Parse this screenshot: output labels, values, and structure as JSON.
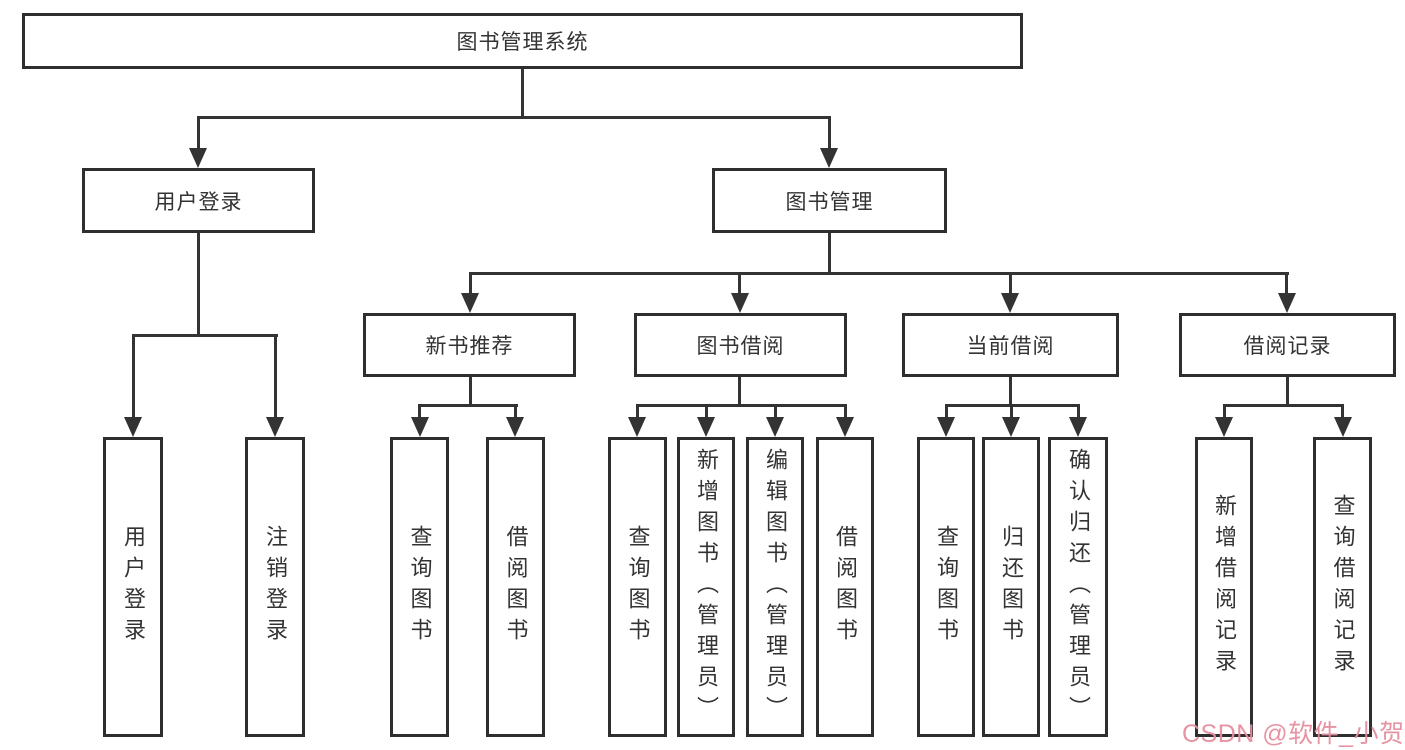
{
  "tree": {
    "root": {
      "label": "图书管理系统"
    },
    "children": [
      {
        "label": "用户登录",
        "children": [
          {
            "label": "用户登录"
          },
          {
            "label": "注销登录"
          }
        ]
      },
      {
        "label": "图书管理",
        "children": [
          {
            "label": "新书推荐",
            "children": [
              {
                "label": "查询图书"
              },
              {
                "label": "借阅图书"
              }
            ]
          },
          {
            "label": "图书借阅",
            "children": [
              {
                "label": "查询图书"
              },
              {
                "label": "新增图书（管理员）"
              },
              {
                "label": "编辑图书（管理员）"
              },
              {
                "label": "借阅图书"
              }
            ]
          },
          {
            "label": "当前借阅",
            "children": [
              {
                "label": "查询图书"
              },
              {
                "label": "归还图书"
              },
              {
                "label": "确认归还（管理员）"
              }
            ]
          },
          {
            "label": "借阅记录",
            "children": [
              {
                "label": "新增借阅记录"
              },
              {
                "label": "查询借阅记录"
              }
            ]
          }
        ]
      }
    ]
  },
  "watermark": {
    "text": "CSDN @软件_小贺同学"
  },
  "colors": {
    "line": "#333333",
    "box_border": "#2e2e2e",
    "box_background": "#ffffff",
    "text": "#333333",
    "watermark": "#e58e9e",
    "background": "#ffffff"
  }
}
